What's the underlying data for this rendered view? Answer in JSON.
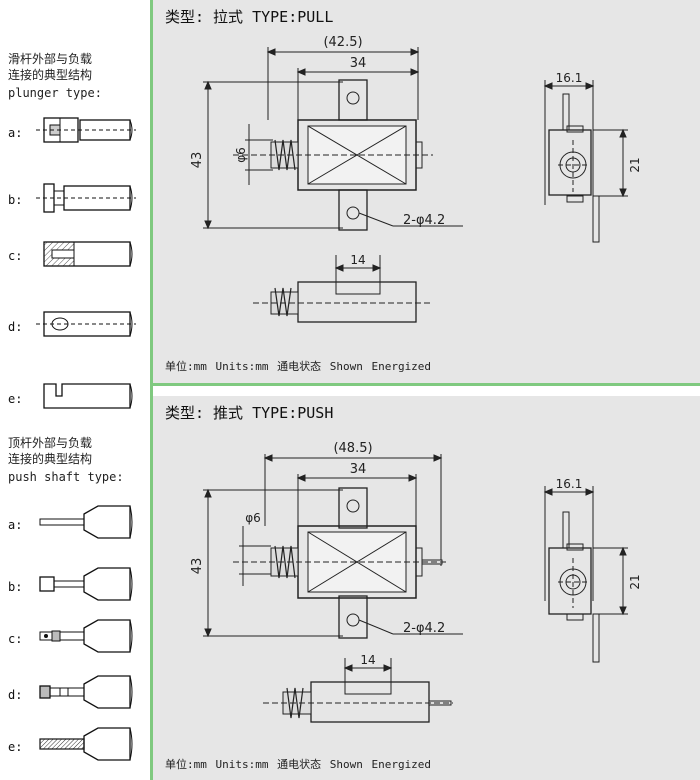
{
  "plunger_section": {
    "heading_cn_1": "滑杆外部与负载",
    "heading_cn_2": "连接的典型结构",
    "heading_en": "plunger type:",
    "items": [
      {
        "label": "a:"
      },
      {
        "label": "b:"
      },
      {
        "label": "c:"
      },
      {
        "label": "d:"
      },
      {
        "label": "e:"
      }
    ]
  },
  "push_shaft_section": {
    "heading_cn_1": "顶杆外部与负载",
    "heading_cn_2": "连接的典型结构",
    "heading_en": "push shaft type:",
    "items": [
      {
        "label": "a:"
      },
      {
        "label": "b:"
      },
      {
        "label": "c:"
      },
      {
        "label": "d:"
      },
      {
        "label": "e:"
      }
    ]
  },
  "pull_panel": {
    "title": "类型: 拉式 TYPE:PULL",
    "dim_overall": "(42.5)",
    "dim_body": "34",
    "dim_height": "43",
    "dim_plunger": "φ6",
    "dim_holes": "2-φ4.2",
    "dim_side_width": "16.1",
    "dim_side_height": "21",
    "dim_bottom": "14",
    "footer": "单位:mm  Units:mm     通电状态  Shown Energized"
  },
  "push_panel": {
    "title": "类型: 推式 TYPE:PUSH",
    "dim_overall": "(48.5)",
    "dim_body": "34",
    "dim_height": "43",
    "dim_plunger": "φ6",
    "dim_holes": "2-φ4.2",
    "dim_side_width": "16.1",
    "dim_side_height": "21",
    "dim_bottom": "14",
    "footer": "单位:mm  Units:mm     通电状态  Shown Energized"
  },
  "colors": {
    "panel_bg": "#e6e6e6",
    "line": "#222222",
    "divider": "#7fc97f"
  }
}
